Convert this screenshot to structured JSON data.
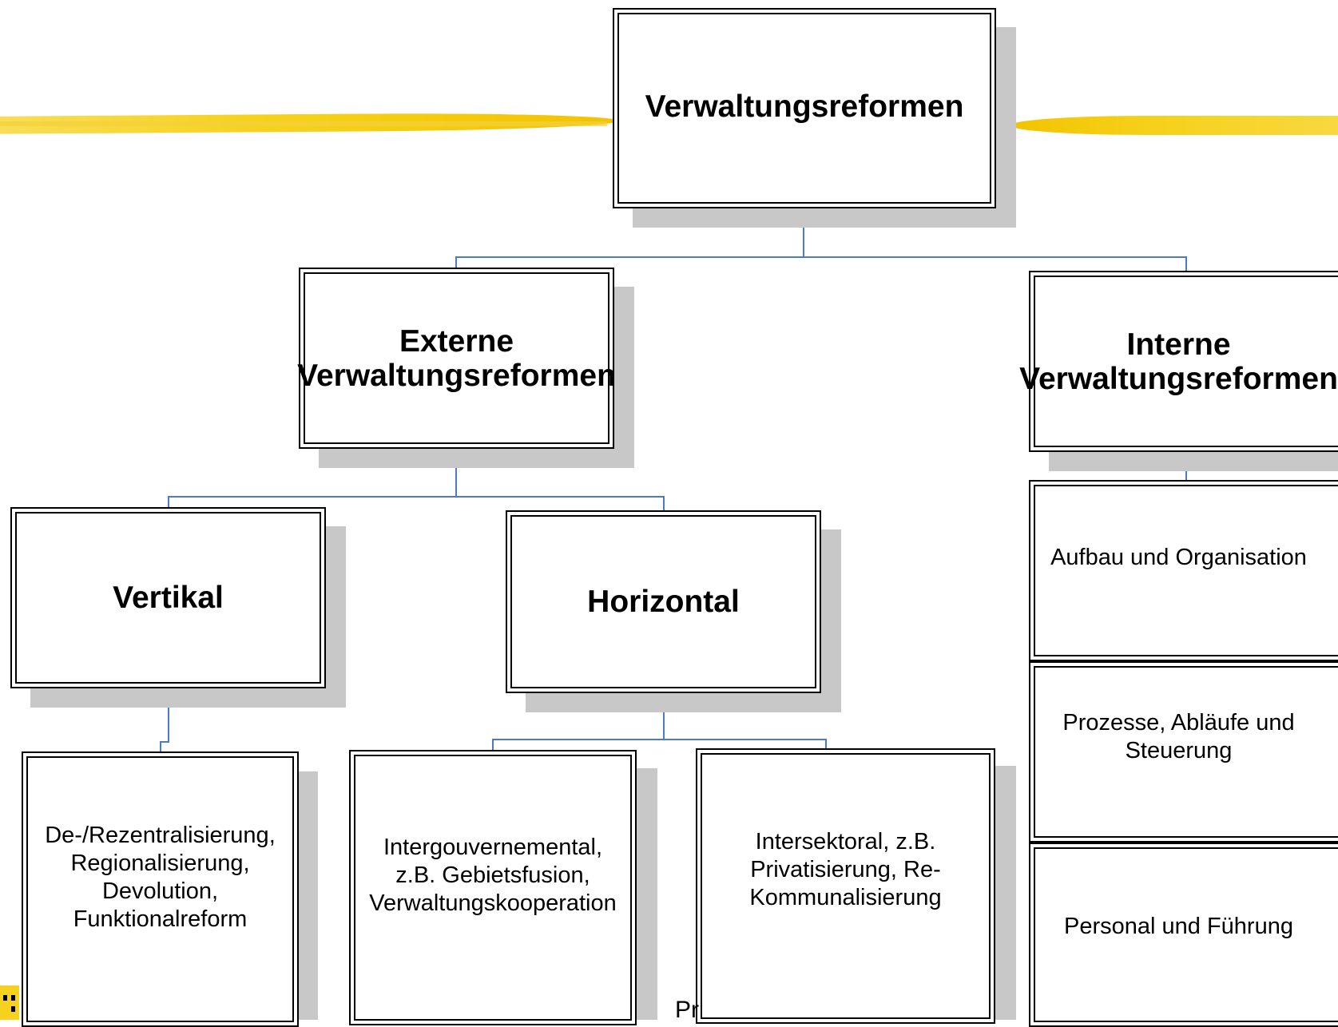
{
  "diagram": {
    "root": {
      "title": "Verwaltungsreformen"
    },
    "externe": {
      "title": "Externe\nVerwaltungsreformen"
    },
    "interne": {
      "title": "Interne\nVerwaltungsreformen"
    },
    "vertikal": {
      "title": "Vertikal"
    },
    "horizontal": {
      "title": "Horizontal"
    },
    "leaves": {
      "vertikal_detail": "De-/Rezentralisierung,\nRegionalisierung,\nDevolution,\nFunktionalreform",
      "intergouvernemental": "Intergouvernemental,\nz.B. Gebietsfusion,\nVerwaltungskooperation",
      "intersektoral": "Intersektoral, z.B.\nPrivatisierung, Re-\nKommunalisierung",
      "aufbau": "Aufbau und Organisation",
      "prozesse": "Prozesse, Abläufe und\nSteuerung",
      "personal": "Personal und Führung"
    },
    "footer_partial": "Pr"
  },
  "colors": {
    "connector": "#4a7ac8",
    "highlighter": "#f6d21e",
    "shadow": "#c8c8c8"
  }
}
